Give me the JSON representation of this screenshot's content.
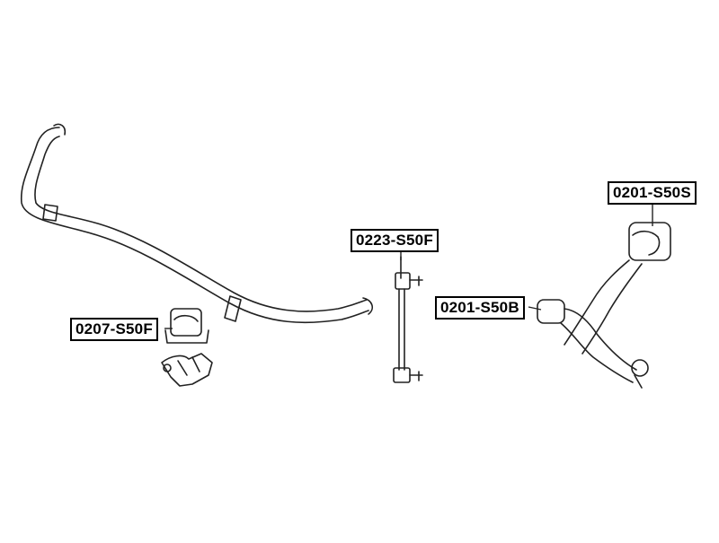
{
  "labels": {
    "bushing_arm": "0201-S50S",
    "link": "0223-S50F",
    "bushing_front": "0201-S50B",
    "bushing_bar": "0207-S50F"
  },
  "colors": {
    "line": "#222222",
    "border": "#000000",
    "background": "#ffffff"
  }
}
